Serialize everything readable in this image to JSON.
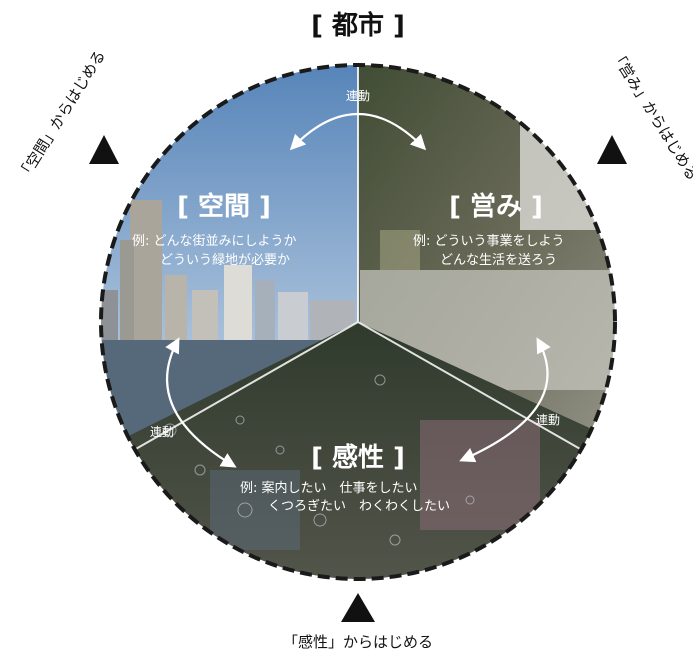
{
  "title": "[ 都市 ]",
  "sections": {
    "space": {
      "title": "[ 空間 ]",
      "example_line1": "例: どんな街並みにしようか",
      "example_line2": "どういう緑地が必要か",
      "start_label": "「空間」からはじめる"
    },
    "activity": {
      "title": "[ 営み ]",
      "example_line1": "例: どういう事業をしよう",
      "example_line2": "どんな生活を送ろう",
      "start_label": "「営み」からはじめる"
    },
    "sensibility": {
      "title": "[ 感性 ]",
      "example_line1": "例: 案内したい　仕事をしたい",
      "example_line2": "くつろぎたい　わくわくしたい",
      "start_label": "「感性」からはじめる"
    }
  },
  "link_label": "連動",
  "colors": {
    "sky": "#7d9bbf",
    "wall": "#4b5a3a",
    "classroom": "#7a7a6e",
    "water": "#4d5f6e",
    "outdoor": "#3f4a3c",
    "text_white": "#ffffff",
    "dash": "#1a1a1a"
  }
}
